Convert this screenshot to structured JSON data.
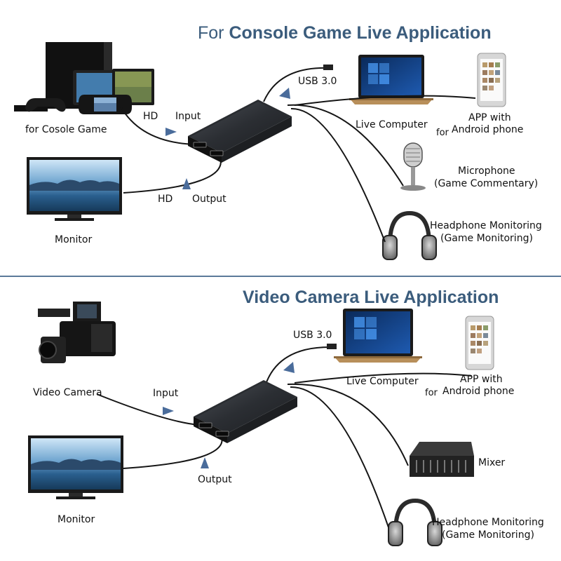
{
  "console_section": {
    "title_lead": "For",
    "title_main": "Console Game Live Application",
    "labels": {
      "console": "for Cosole Game",
      "hd_in": "HD",
      "input": "Input",
      "hd_out": "HD",
      "output": "Output",
      "monitor": "Monitor",
      "usb": "USB 3.0",
      "computer": "Live Computer",
      "phone_line1": "APP with",
      "phone_for": "for",
      "phone_line2": "Android phone",
      "mic_line1": "Microphone",
      "mic_line2": "(Game Commentary)",
      "hp_line1": "Headphone Monitoring",
      "hp_line2": "(Game Monitoring)"
    }
  },
  "camera_section": {
    "title": "Video Camera Live Application",
    "labels": {
      "camera": "Video Camera",
      "input": "Input",
      "output": "Output",
      "monitor": "Monitor",
      "usb": "USB 3.0",
      "computer": "Live Computer",
      "phone_line1": "APP with",
      "phone_for": "for",
      "phone_line2": "Android phone",
      "mixer": "Mixer",
      "hp_line1": "Headphone Monitoring",
      "hp_line2": "(Game Monitoring)"
    }
  },
  "colors": {
    "title": "#3b5c7c",
    "arrow": "#4a6c9b",
    "divider": "#5b7a9a",
    "device_body": "#2a2d31"
  }
}
